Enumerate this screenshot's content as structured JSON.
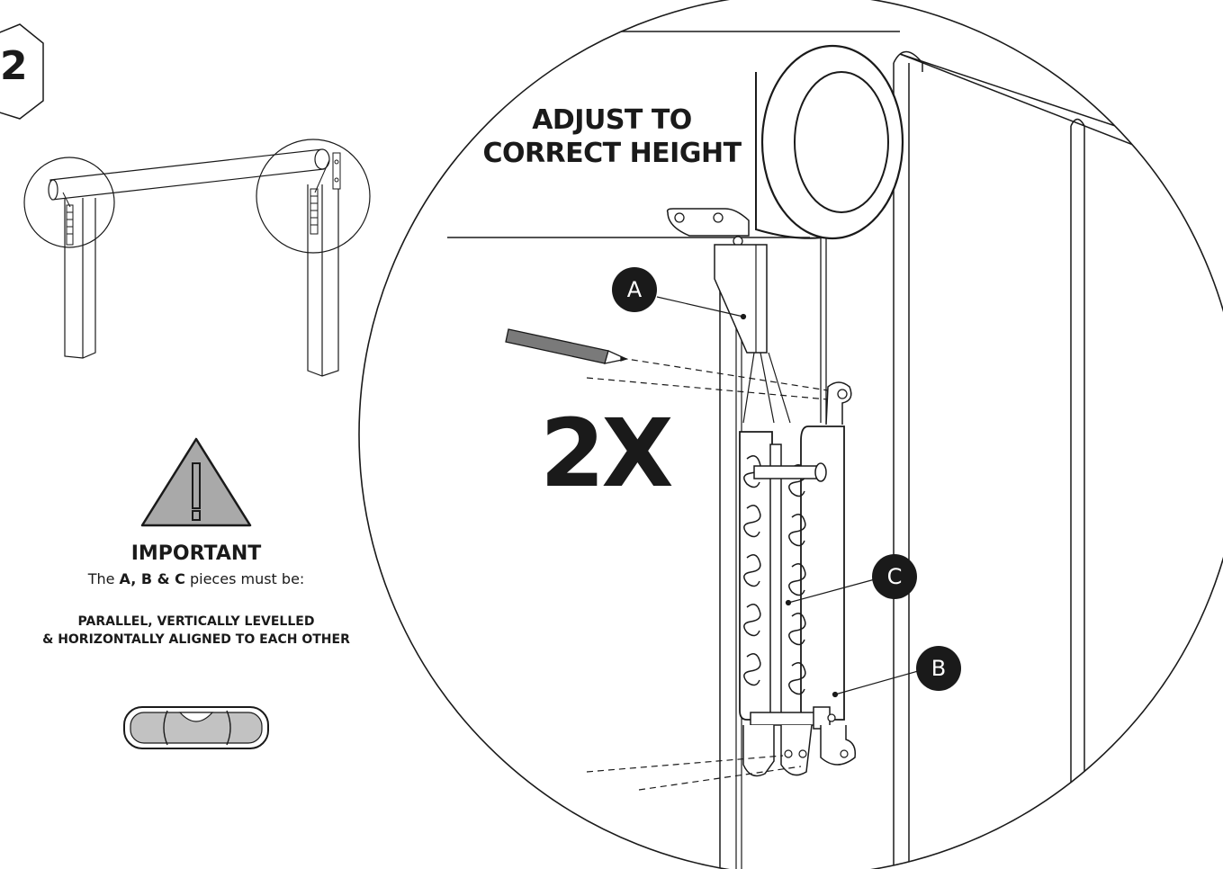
{
  "step": {
    "number": "2"
  },
  "main_caption": {
    "line1": "ADJUST TO",
    "line2": "CORRECT HEIGHT"
  },
  "quantity": "2X",
  "callouts": {
    "a": "A",
    "b": "B",
    "c": "C"
  },
  "important": {
    "heading": "IMPORTANT",
    "line_prefix": "The ",
    "pieces": "A, B & C",
    "line_suffix": " pieces must be:",
    "requirement_line1": "PARALLEL, VERTICALLY LEVELLED",
    "requirement_line2": "& HORIZONTALLY ALIGNED TO EACH OTHER"
  },
  "icons": [
    "warning-triangle-icon",
    "pencil-icon",
    "spirit-level-icon"
  ],
  "colors": {
    "ink": "#1a1a1a",
    "warning_fill": "#a9a9a9",
    "level_fill": "#c2c2c2",
    "callout_fill": "#1a1a1a"
  }
}
